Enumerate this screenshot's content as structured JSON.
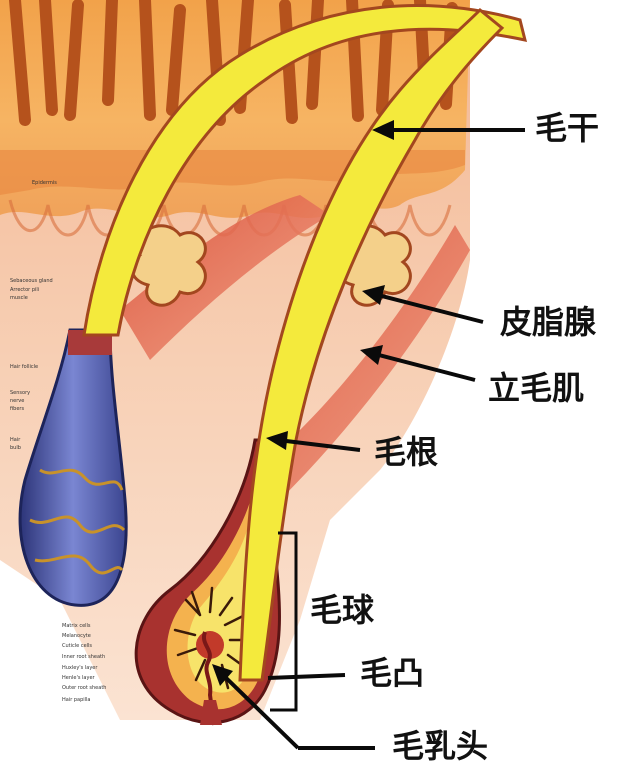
{
  "labels": {
    "hair_shaft": "毛干",
    "sebaceous_gland": "皮脂腺",
    "arrector_pili": "立毛肌",
    "hair_root": "毛根",
    "hair_bulb": "毛球",
    "bulge": "毛凸",
    "dermal_papilla": "毛乳头"
  },
  "small_labels": {
    "epidermis": "Epidermis",
    "sebaceous_gland": "Sebaceous gland",
    "arrector_pili_1": "Arrector pili",
    "arrector_pili_2": "muscle",
    "hair_follicle": "Hair follicle",
    "sensory_1": "Sensory",
    "sensory_2": "nerve",
    "sensory_3": "fibers",
    "hair_bulb_1": "Hair",
    "hair_bulb_2": "bulb",
    "matrix": "Matrix cells",
    "melanocyte": "Melanocyte",
    "cuticle": "Cuticle cells",
    "inner_sheath": "Inner root sheath",
    "huxley": "Huxley's layer",
    "henle": "Henle's layer",
    "outer_sheath": "Outer root sheath",
    "papilla": "Hair papilla"
  },
  "colors": {
    "shaft": "#f4ea3c",
    "skin": "#f1a64e",
    "dermis": "#f6c9a8",
    "muscle": "#e0533a",
    "follicle_outer": "#9b2b2b",
    "bulb_blue": "#4a55a0",
    "arrow": "#0a0a0a"
  }
}
